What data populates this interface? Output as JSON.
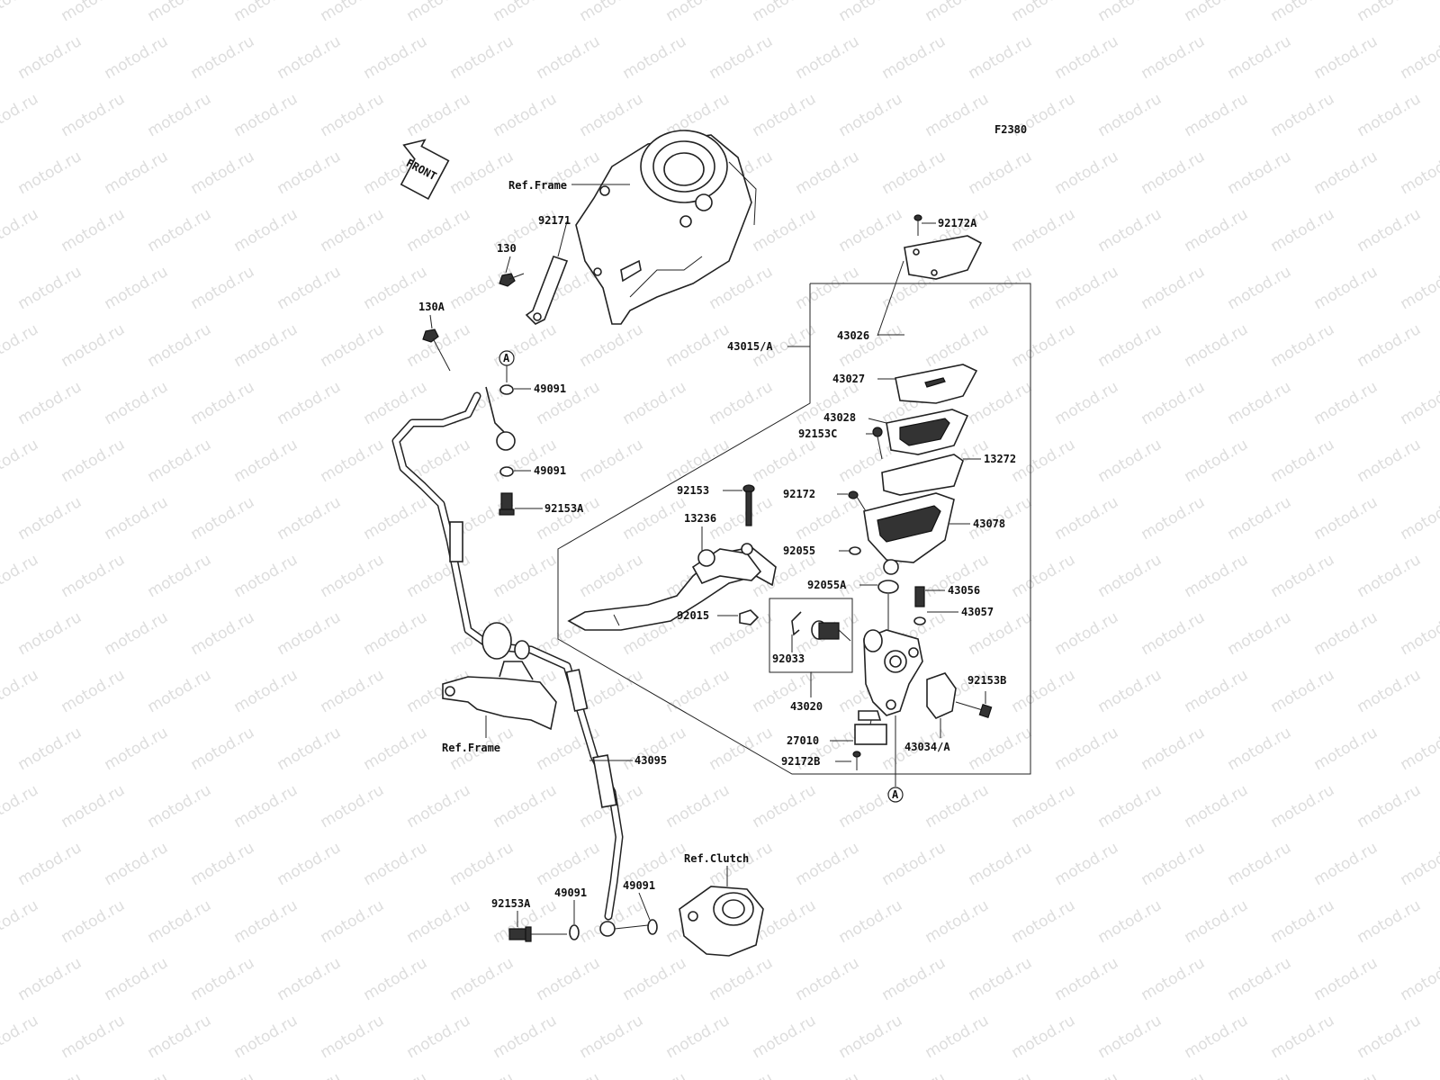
{
  "watermark": "motod.ru",
  "figure_code": "F2380",
  "front_label": "FRONT",
  "ref_labels": {
    "frame_top": "Ref.Frame",
    "frame_bottom": "Ref.Frame",
    "clutch": "Ref.Clutch"
  },
  "ref_marker": "A",
  "parts": {
    "p92172A": "92172A",
    "p43026": "43026",
    "p43015A": "43015/A",
    "p43027": "43027",
    "p43028": "43028",
    "p92153C": "92153C",
    "p13272": "13272",
    "p92153": "92153",
    "p92172": "92172",
    "p13236": "13236",
    "p43078": "43078",
    "p92055": "92055",
    "p92055A": "92055A",
    "p43056": "43056",
    "p92015": "92015",
    "p43057": "43057",
    "p92033": "92033",
    "p92153B": "92153B",
    "p43020": "43020",
    "p27010": "27010",
    "p43034A": "43034/A",
    "p92172B": "92172B",
    "p92171": "92171",
    "p130": "130",
    "p130A": "130A",
    "p49091_a": "49091",
    "p49091_b": "49091",
    "p92153A_a": "92153A",
    "p43095": "43095",
    "p92153A_b": "92153A",
    "p49091_c": "49091",
    "p49091_d": "49091"
  }
}
